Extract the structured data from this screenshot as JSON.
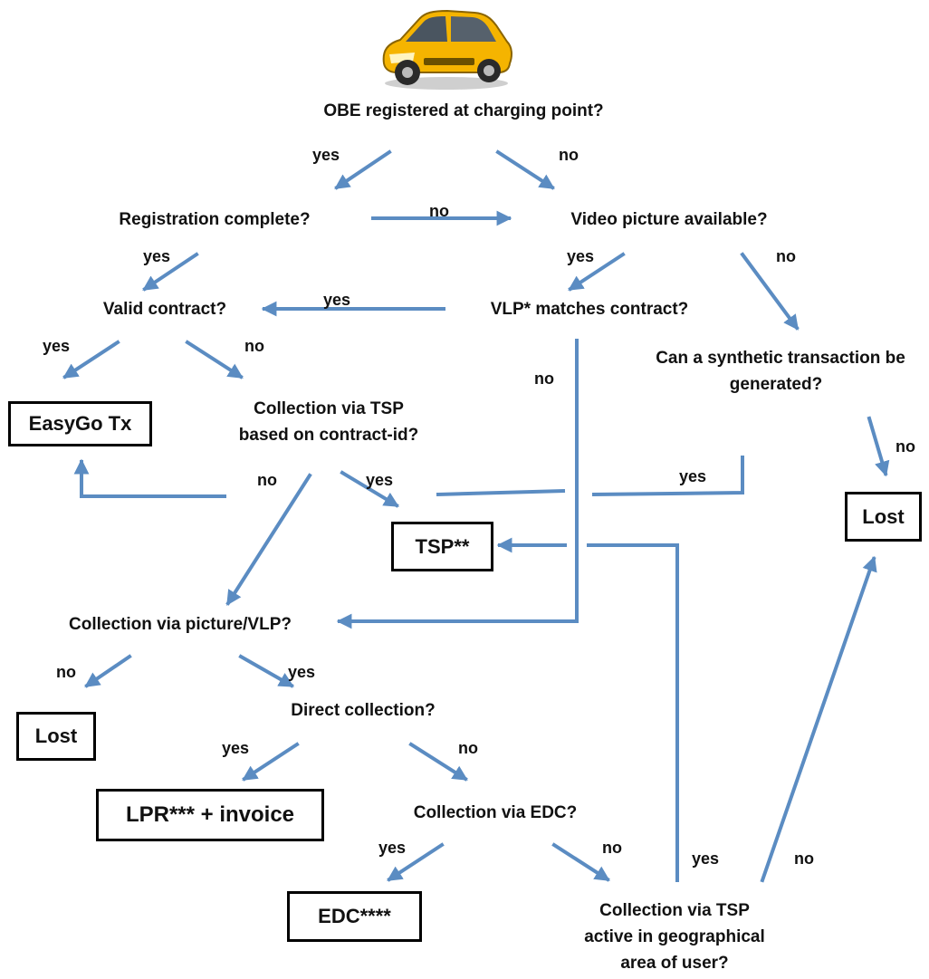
{
  "questions": {
    "q_obe": "OBE registered at charging point?",
    "q_registration": "Registration complete?",
    "q_video": "Video picture available?",
    "q_valid_contract": "Valid contract?",
    "q_vlp_matches": "VLP* matches contract?",
    "q_synthetic_1": "Can a synthetic transaction be",
    "q_synthetic_2": "generated?",
    "q_collection_tsp_1": "Collection via TSP",
    "q_collection_tsp_2": "based on contract-id?",
    "q_picture_vlp": "Collection via picture/VLP?",
    "q_direct": "Direct collection?",
    "q_edc": "Collection via EDC?",
    "q_tsp_geo_1": "Collection via TSP",
    "q_tsp_geo_2": "active in geographical",
    "q_tsp_geo_3": "area of user?"
  },
  "outcomes": {
    "easygo": "EasyGo Tx",
    "tsp": "TSP**",
    "lost_right": "Lost",
    "lost_left": "Lost",
    "lpr": "LPR*** + invoice",
    "edc": "EDC****"
  },
  "branch_labels": {
    "obe_yes": "yes",
    "obe_no": "no",
    "reg_no": "no",
    "reg_yes": "yes",
    "video_yes": "yes",
    "video_no": "no",
    "vlp_yes": "yes",
    "vlp_no": "no",
    "valid_yes": "yes",
    "valid_no": "no",
    "synth_no": "no",
    "synth_yes": "yes",
    "tsp_no": "no",
    "tsp_yes": "yes",
    "pic_no": "no",
    "pic_yes": "yes",
    "direct_yes": "yes",
    "direct_no": "no",
    "edc_yes": "yes",
    "edc_no": "no",
    "geo_yes": "yes",
    "geo_no": "no"
  },
  "colors": {
    "arrow": "#5b8cc2",
    "box_border": "#000000",
    "car_body": "#f5b400"
  },
  "icons": {
    "car": "car-icon"
  }
}
